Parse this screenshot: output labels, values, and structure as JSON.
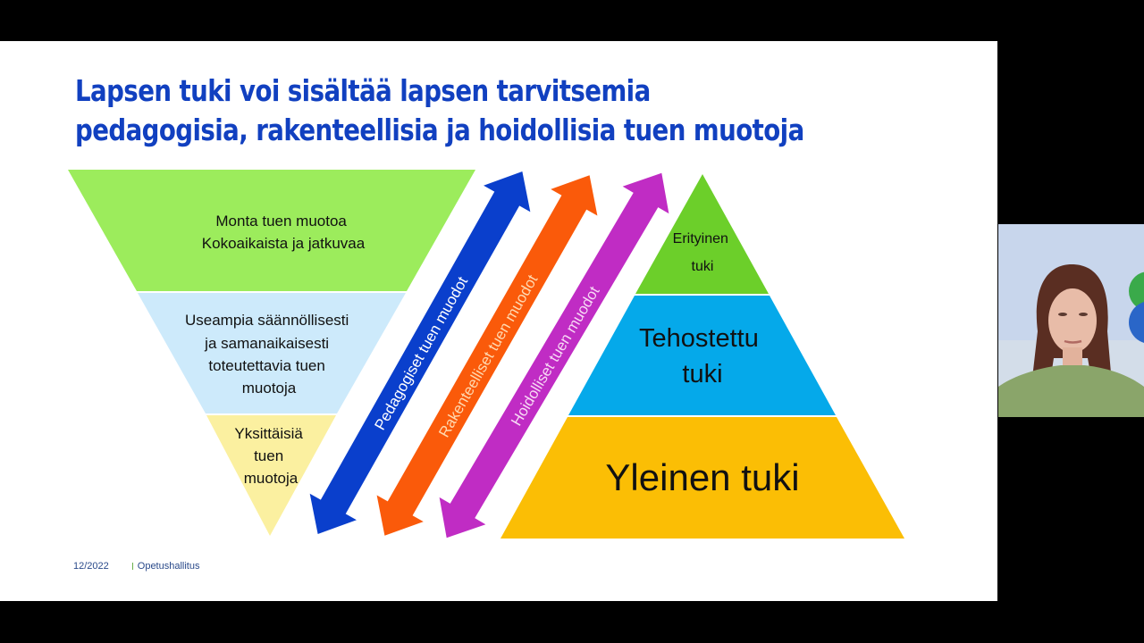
{
  "slide": {
    "title_lines": [
      "Lapsen tuki voi sisältää lapsen tarvitsemia",
      "pedagogisia, rakenteellisia ja hoidollisia tuen muotoja"
    ],
    "title_color": "#1140c0",
    "inverted_triangle": {
      "bands": [
        {
          "lines": [
            "Monta tuen muotoa",
            "Kokoaikaista ja jatkuvaa"
          ],
          "color": "#9cec5c"
        },
        {
          "lines": [
            "Useampia säännöllisesti",
            "ja samanaikaisesti",
            "toteutettavia tuen",
            "muotoja"
          ],
          "color": "#cdeafb"
        },
        {
          "lines": [
            "Yksittäisiä",
            "tuen",
            "muotoja"
          ],
          "color": "#fbf0a0"
        }
      ]
    },
    "arrows": [
      {
        "label": "Pedagogiset tuen muodot",
        "color": "#0a3fcc",
        "text_color": "#ffffff"
      },
      {
        "label": "Rakenteelliset tuen muodot",
        "color": "#fa5a0a",
        "text_color": "#ffd9b0"
      },
      {
        "label": "Hoidolliset tuen muodot",
        "color": "#c02cc4",
        "text_color": "#f7d9f5"
      }
    ],
    "pyramid": {
      "levels": [
        {
          "lines": [
            "Erityinen",
            "tuki"
          ],
          "color": "#6ccf2a"
        },
        {
          "lines": [
            "Tehostettu",
            "tuki"
          ],
          "color": "#05a9ea"
        },
        {
          "lines": [
            "Yleinen tuki"
          ],
          "color": "#fbbe05"
        }
      ]
    },
    "footer": {
      "date": "12/2022",
      "organization": "Opetushallitus"
    }
  },
  "webcam": {
    "description": "presenter video feed"
  }
}
